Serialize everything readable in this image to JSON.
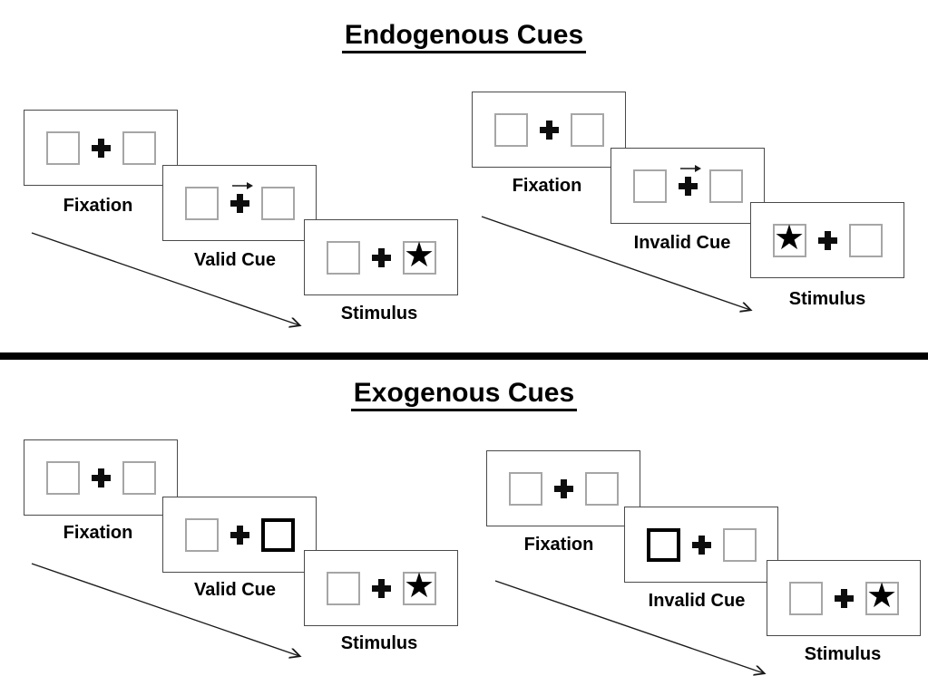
{
  "diagram": {
    "icons": {
      "star": "★",
      "fixation_cross": "+",
      "cue_arrow": "right-arrow"
    },
    "colors": {
      "background": "#ffffff",
      "panel_border": "#4a4a4a",
      "placeholder_box_border": "#a6a6a6",
      "cue_box_border": "#000000",
      "star": "#000000",
      "divider": "#000000",
      "text": "#000000"
    },
    "sections": [
      {
        "title": "Endogenous Cues",
        "groups": [
          {
            "type": "valid-trial",
            "panels": [
              {
                "label": "Fixation",
                "left_box": "empty",
                "center": "fixation-cross",
                "right_box": "empty",
                "cue": null,
                "target": null
              },
              {
                "label": "Valid Cue",
                "left_box": "empty",
                "center": "fixation-cross",
                "right_box": "empty",
                "cue": "central-arrow-right",
                "target": null
              },
              {
                "label": "Stimulus",
                "left_box": "empty",
                "center": "fixation-cross",
                "right_box": "star",
                "cue": null,
                "target": "star-right"
              }
            ]
          },
          {
            "type": "invalid-trial",
            "panels": [
              {
                "label": "Fixation",
                "left_box": "empty",
                "center": "fixation-cross",
                "right_box": "empty",
                "cue": null,
                "target": null
              },
              {
                "label": "Invalid Cue",
                "left_box": "empty",
                "center": "fixation-cross",
                "right_box": "empty",
                "cue": "central-arrow-right",
                "target": null
              },
              {
                "label": "Stimulus",
                "left_box": "star",
                "center": "fixation-cross",
                "right_box": "empty",
                "cue": null,
                "target": "star-left"
              }
            ]
          }
        ]
      },
      {
        "title": "Exogenous Cues",
        "groups": [
          {
            "type": "valid-trial",
            "panels": [
              {
                "label": "Fixation",
                "left_box": "empty",
                "center": "fixation-cross",
                "right_box": "empty",
                "cue": null,
                "target": null
              },
              {
                "label": "Valid Cue",
                "left_box": "empty",
                "center": "fixation-cross",
                "right_box": "bold-box",
                "cue": "peripheral-box-right",
                "target": null
              },
              {
                "label": "Stimulus",
                "left_box": "empty",
                "center": "fixation-cross",
                "right_box": "star",
                "cue": null,
                "target": "star-right"
              }
            ]
          },
          {
            "type": "invalid-trial",
            "panels": [
              {
                "label": "Fixation",
                "left_box": "empty",
                "center": "fixation-cross",
                "right_box": "empty",
                "cue": null,
                "target": null
              },
              {
                "label": "Invalid Cue",
                "left_box": "bold-box",
                "center": "fixation-cross",
                "right_box": "empty",
                "cue": "peripheral-box-left",
                "target": null
              },
              {
                "label": "Stimulus",
                "left_box": "empty",
                "center": "fixation-cross",
                "right_box": "star",
                "cue": null,
                "target": "star-right"
              }
            ]
          }
        ]
      }
    ]
  }
}
